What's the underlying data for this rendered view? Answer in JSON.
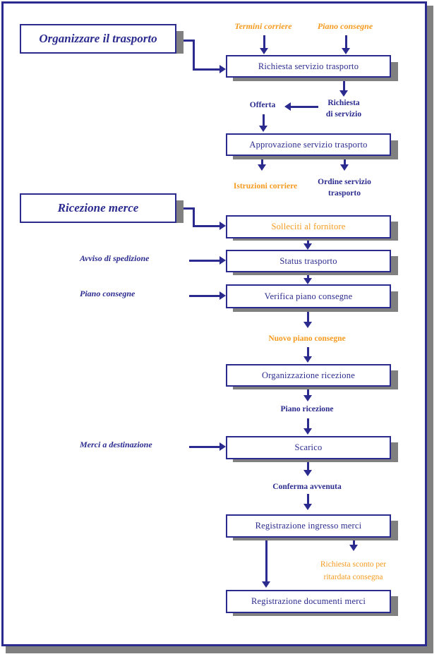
{
  "diagram": {
    "title": "Organizzare il trasporto / Ricezione merce",
    "colors": {
      "navy": "#2b2b8f",
      "orange": "#f59a1e",
      "shadow": "#808080",
      "background": "#ffffff"
    },
    "phases": [
      {
        "id": "phase-1",
        "label": "Organizzare il trasporto"
      },
      {
        "id": "phase-2",
        "label": "Ricezione merce"
      }
    ],
    "steps": [
      {
        "id": "step-richiesta-servizio-trasporto",
        "label": "Richiesta servizio trasporto",
        "color": "navy"
      },
      {
        "id": "step-approvazione-servizio-trasporto",
        "label": "Approvazione servizio trasporto",
        "color": "navy"
      },
      {
        "id": "step-solleciti-al-fornitore",
        "label": "Solleciti al fornitore",
        "color": "orange"
      },
      {
        "id": "step-status-trasporto",
        "label": "Status trasporto",
        "color": "navy"
      },
      {
        "id": "step-verifica-piano-consegne",
        "label": "Verifica piano consegne",
        "color": "navy"
      },
      {
        "id": "step-organizzazione-ricezione",
        "label": "Organizzazione ricezione",
        "color": "navy"
      },
      {
        "id": "step-scarico",
        "label": "Scarico",
        "color": "navy"
      },
      {
        "id": "step-registrazione-ingresso-merci",
        "label": "Registrazione ingresso merci",
        "color": "navy"
      },
      {
        "id": "step-registrazione-documenti-merci",
        "label": "Registrazione documenti merci",
        "color": "navy"
      }
    ],
    "flow_labels": [
      {
        "id": "flow-termini-corriere",
        "label": "Termini corriere",
        "color": "orange",
        "style": "bold-italic"
      },
      {
        "id": "flow-piano-consegne-top",
        "label": "Piano consegne",
        "color": "orange",
        "style": "bold-italic"
      },
      {
        "id": "flow-offerta",
        "label": "Offerta",
        "color": "navy",
        "style": "bold"
      },
      {
        "id": "flow-richiesta-di-servizio",
        "label": "Richiesta\ndi servizio",
        "color": "navy",
        "style": "bold"
      },
      {
        "id": "flow-istruzioni-corriere",
        "label": "Istruzioni corriere",
        "color": "orange",
        "style": "bold"
      },
      {
        "id": "flow-ordine-servizio-trasporto",
        "label": "Ordine servizio\ntrasporto",
        "color": "navy",
        "style": "bold"
      },
      {
        "id": "flow-avviso-di-spedizione",
        "label": "Avviso di spedizione",
        "color": "navy",
        "style": "bold-italic"
      },
      {
        "id": "flow-piano-consegne-left",
        "label": "Piano consegne",
        "color": "navy",
        "style": "bold-italic"
      },
      {
        "id": "flow-nuovo-piano-consegne",
        "label": "Nuovo piano consegne",
        "color": "orange",
        "style": "bold"
      },
      {
        "id": "flow-piano-ricezione",
        "label": "Piano ricezione",
        "color": "navy",
        "style": "bold"
      },
      {
        "id": "flow-merci-a-destinazione",
        "label": "Merci a destinazione",
        "color": "navy",
        "style": "bold-italic"
      },
      {
        "id": "flow-conferma-avvenuta",
        "label": "Conferma avvenuta",
        "color": "navy",
        "style": "bold"
      },
      {
        "id": "flow-richiesta-sconto",
        "label": "Richiesta sconto per\nritardata consegna",
        "color": "orange",
        "style": "regular"
      }
    ]
  }
}
